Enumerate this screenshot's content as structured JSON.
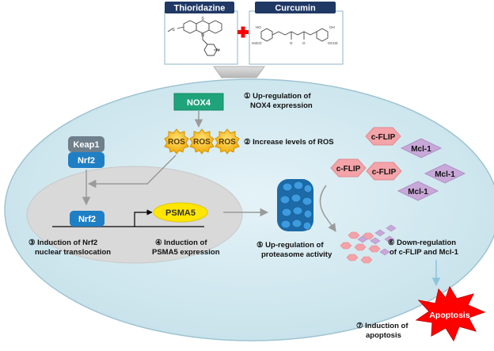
{
  "drugs": {
    "thioridazine": "Thioridazine",
    "curcumin": "Curcumin",
    "thio_sub_s1": "S",
    "thio_sub_s2": "S",
    "thio_sub_n1": "N",
    "thio_sub_n2": "N",
    "curc_oh1": "HO",
    "curc_oh2": "OH",
    "curc_ome1": "H3CO",
    "curc_ome2": "OCH3",
    "curc_o1": "O",
    "curc_o2": "O"
  },
  "nodes": {
    "nox4": "NOX4",
    "ros1": "ROS",
    "ros2": "ROS",
    "ros3": "ROS",
    "keap1": "Keap1",
    "nrf2_cyto": "Nrf2",
    "nrf2_nuc": "Nrf2",
    "psma5": "PSMA5",
    "cflip_top": "c-FLIP",
    "cflip_left": "c-FLIP",
    "cflip_right": "c-FLIP",
    "mcl1_a": "Mcl-1",
    "mcl1_b": "Mcl-1",
    "mcl1_c": "Mcl-1",
    "apoptosis": "Apoptosis"
  },
  "steps": {
    "s1_l1": "① Up-regulation of",
    "s1_l2": "NOX4 expression",
    "s2_l1": "② Increase levels of ROS",
    "s3_l1": "③ Induction of Nrf2",
    "s3_l2": "nuclear translocation",
    "s4_l1": "④ Induction of",
    "s4_l2": "PSMA5 expression",
    "s5_l1": "⑤ Up-regulation of",
    "s5_l2": "proteasome activity",
    "s6_l1": "⑥ Down-regulation",
    "s6_l2": "of c-FLIP and Mcl-1",
    "s7_l1": "⑦ Induction of",
    "s7_l2": "apoptosis"
  },
  "colors": {
    "cell": "#d6ecf3",
    "nucleus": "#d9d9d9",
    "nox4": "#1fa37a",
    "keap1": "#6f7f8c",
    "nrf2": "#1f7fc4",
    "psma5": "#ffe600",
    "ros": "#ffc000",
    "cflip": "#f4a3a8",
    "mcl1": "#c8a8d8",
    "apoptosis": "#ff0000",
    "drug_header": "#1f3864",
    "plus": "#ff0000"
  }
}
